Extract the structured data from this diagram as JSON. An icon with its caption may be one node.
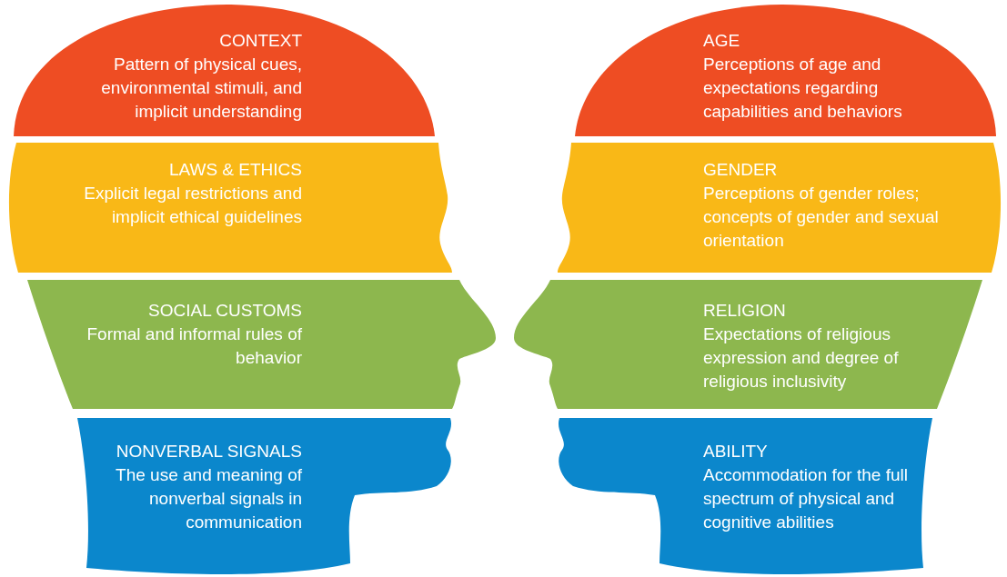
{
  "diagram": {
    "nodes": [
      {
        "text": [
          "CONTEXT",
          "Pattern of physical cues, environmental stimuli, and implicit understanding"
        ]
      },
      {
        "text": [
          "LAWS & ETHICS",
          "Explicit legal restrictions and implicit ethical guidelines"
        ]
      },
      {
        "text": [
          "SOCIAL CUSTOMS",
          "Formal and informal rules of behavior"
        ]
      },
      {
        "text": [
          "NONVERBAL SIGNALS",
          "The use and meaning of nonverbal signals in communication"
        ]
      },
      {
        "text": [
          "AGE",
          "Perceptions of age and expectations regarding capabilities and behaviors"
        ]
      },
      {
        "text": [
          "GENDER",
          "Perceptions of gender roles; concepts of gender and sexual orientation"
        ]
      },
      {
        "text": [
          "RELIGION",
          "Expectations of religious expression and degree of religious inclusivity"
        ]
      },
      {
        "text": [
          "ABILITY",
          "Accommodation for the full spectrum of physical and cognitive abilities"
        ]
      }
    ]
  }
}
